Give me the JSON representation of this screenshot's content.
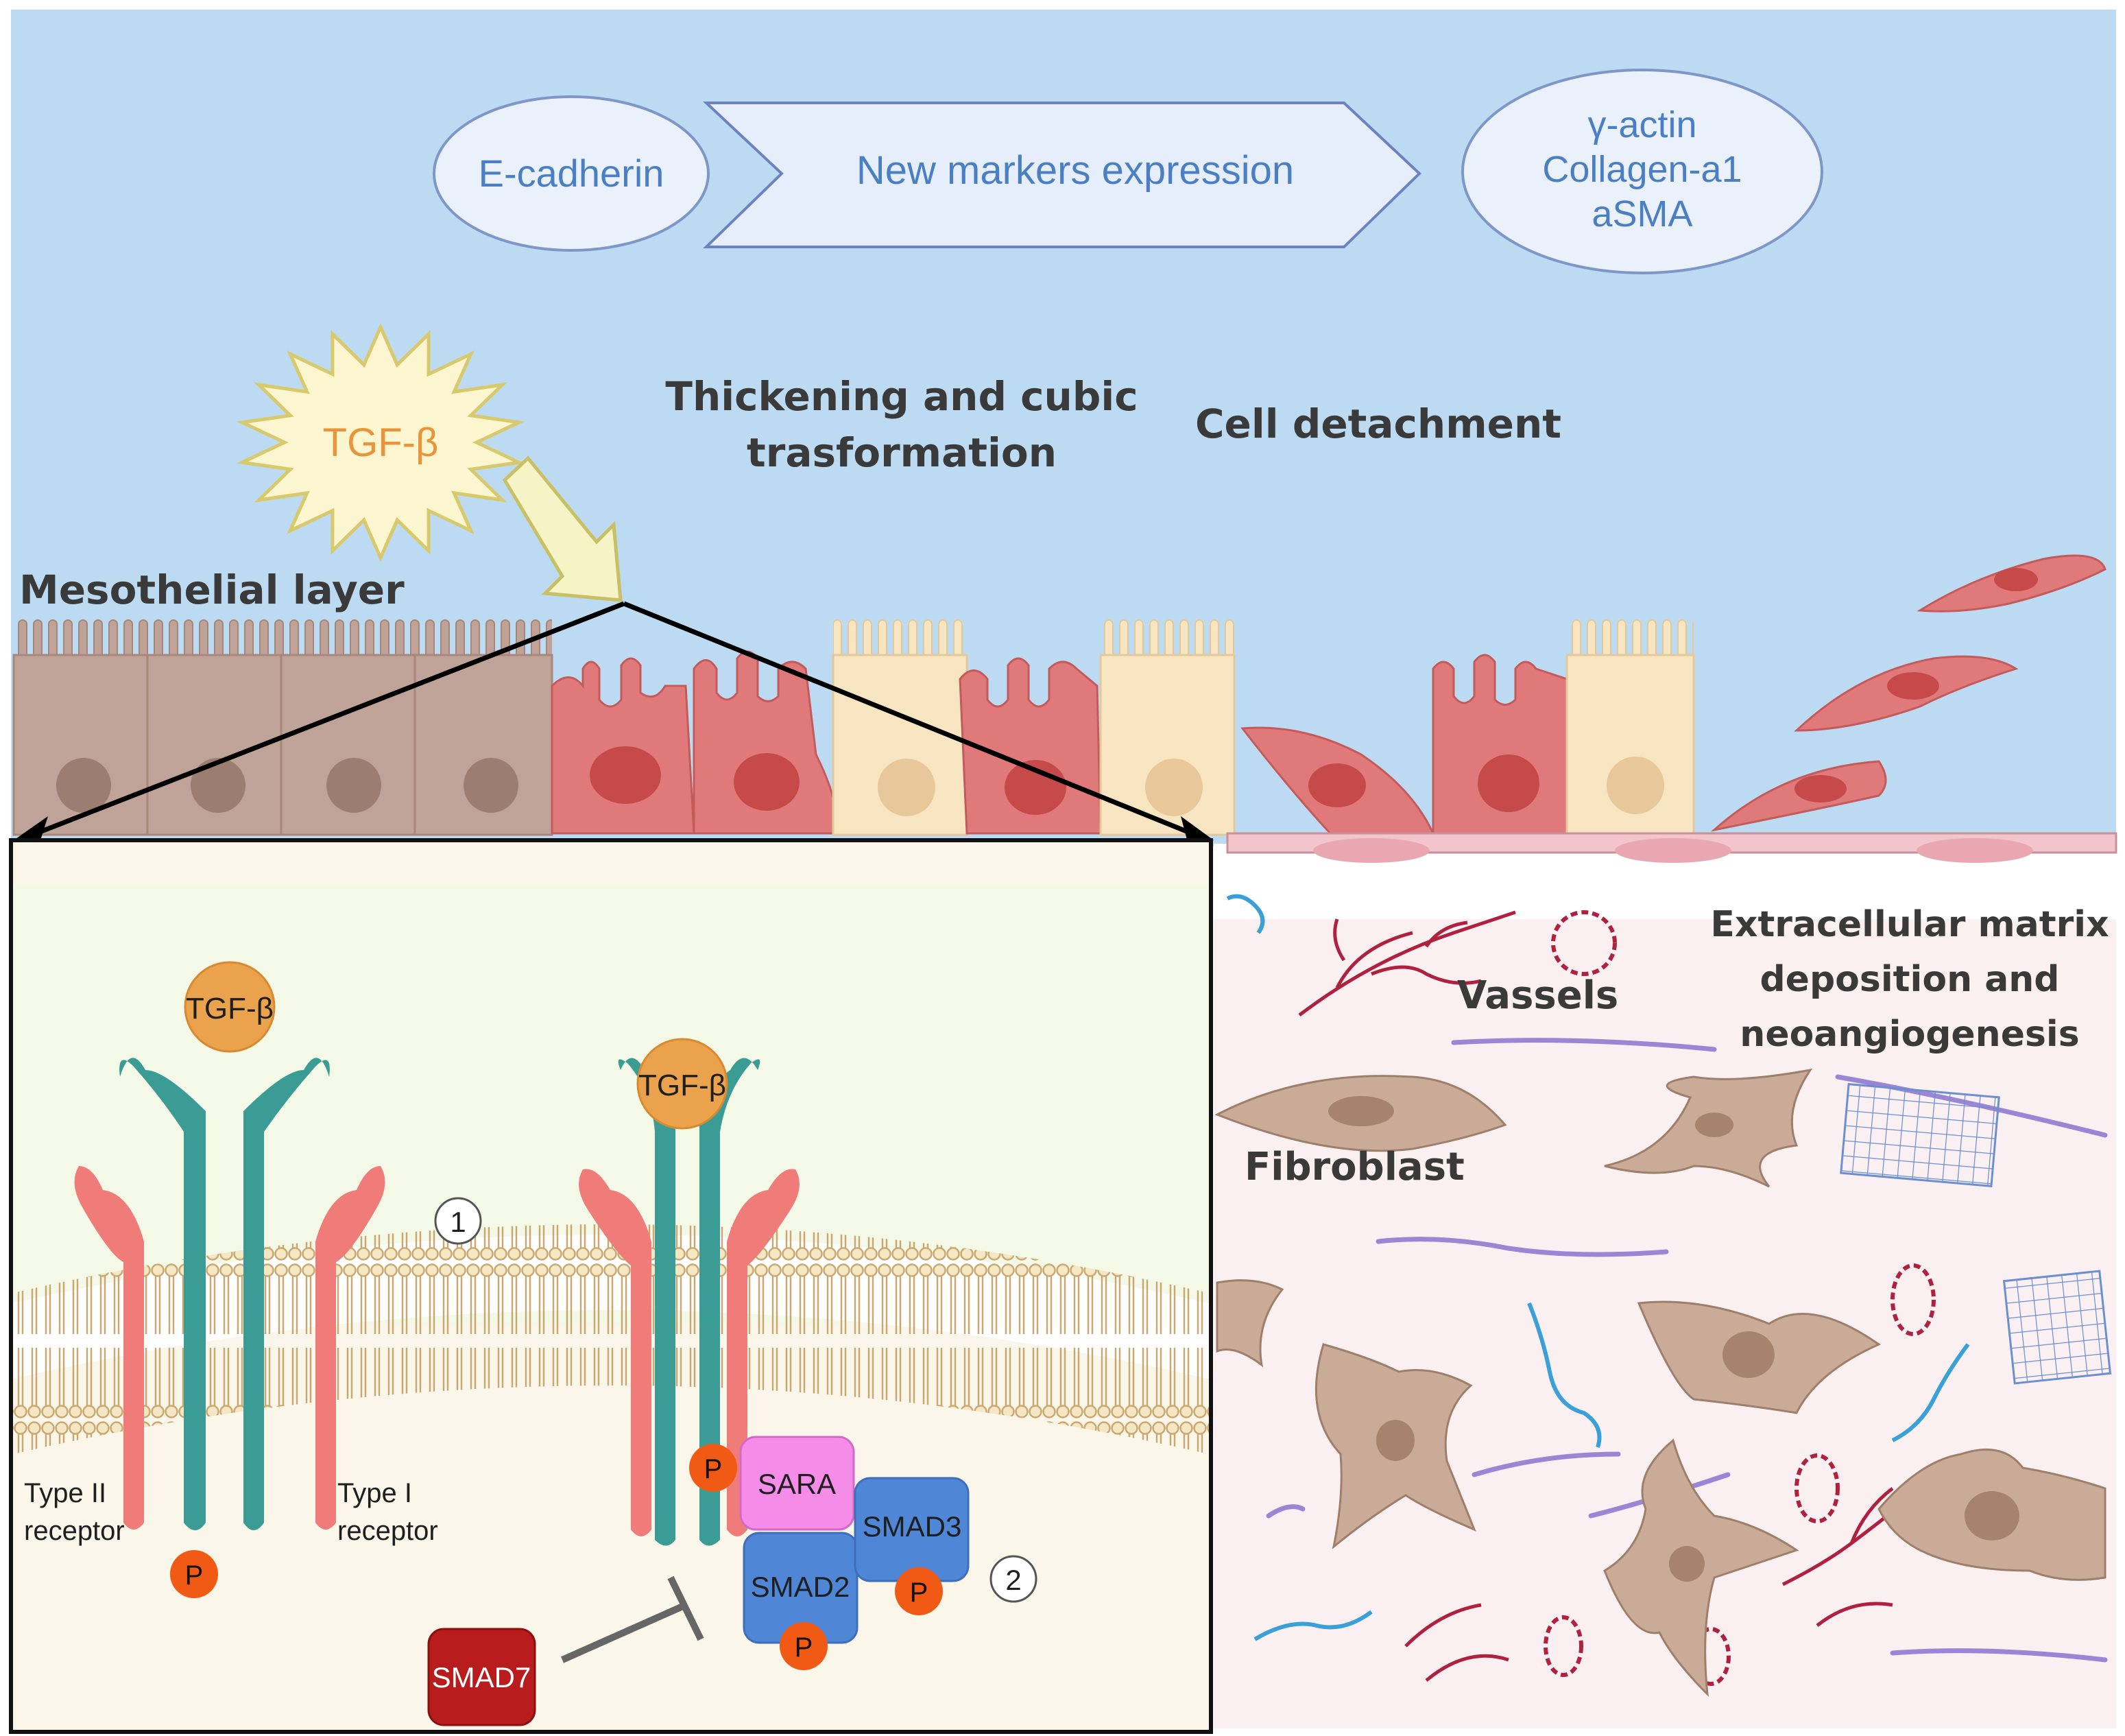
{
  "markers": {
    "left_oval": "E-cadherin",
    "arrow": "New markers expression",
    "right_oval": [
      "γ-actin",
      "Collagen-a1",
      "aSMA"
    ]
  },
  "stimulus": "TGF-β",
  "labels": {
    "mesothelial_layer": "Mesothelial layer",
    "thickening": [
      "Thickening and cubic",
      "trasformation"
    ],
    "cell_detachment": "Cell detachment",
    "ecm": [
      "Extracellular matrix",
      "deposition and",
      "neoangiogenesis"
    ],
    "vessels": "Vassels",
    "fibroblast": "Fibroblast"
  },
  "signaling": {
    "ligand": "TGF-β",
    "step_1": "1",
    "step_2": "2",
    "type2_receptor": [
      "Type II",
      "receptor"
    ],
    "type1_receptor": [
      "Type I",
      "receptor"
    ],
    "phospho": "P",
    "sara": "SARA",
    "smad2": "SMAD2",
    "smad3": "SMAD3",
    "smad7": "SMAD7"
  },
  "colors": {
    "sky": "#bcdaf2",
    "normal_cell": "#bfa398",
    "transformed_cell": "#e07a7a",
    "cubic_cell": "#f7e4c0",
    "receptor_type2": "#f07c7a",
    "receptor_type1": "#3a9c94",
    "ligand": "#eba24c",
    "phospho": "#f05a14",
    "sara": "#f48ce8",
    "smad": "#4f86d6",
    "smad7": "#b81c1c",
    "fibroblast": "#c9ab98"
  }
}
